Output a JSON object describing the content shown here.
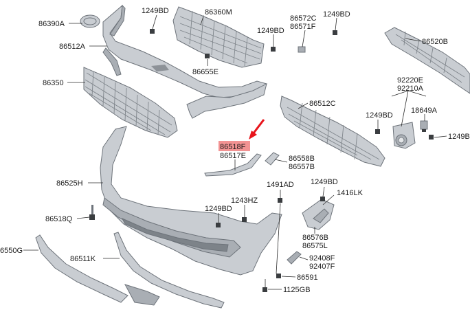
{
  "diagram": {
    "callouts": {
      "p86390A": "86390A",
      "p86512A": "86512A",
      "p86350": "86350",
      "p1249BD_a": "1249BD",
      "p86360M": "86360M",
      "p1249BD_b": "1249BD",
      "p86655E": "86655E",
      "p86572C": "86572C",
      "p86571F": "86571F",
      "p1249BD_c": "1249BD",
      "p86520B": "86520B",
      "p92220E": "92220E",
      "p92210A": "92210A",
      "p86512C": "86512C",
      "p1249BD_d": "1249BD",
      "p18649A": "18649A",
      "p1249BD_e": "1249B",
      "p86518F": "86518F",
      "p86517E": "86517E",
      "p86558B": "86558B",
      "p86557B": "86557B",
      "p86525H": "86525H",
      "p1491AD": "1491AD",
      "p1249BD_f": "1249BD",
      "p1416LK": "1416LK",
      "p86518Q": "86518Q",
      "p1249BD_g": "1249BD",
      "p1243HZ": "1243HZ",
      "p86576B": "86576B",
      "p86575L": "86575L",
      "p86550G": "6550G",
      "p86511K": "86511K",
      "p92408F": "92408F",
      "p92407F": "92407F",
      "p86591": "86591",
      "p1125GB": "1125GB"
    },
    "highlight_color": "#f08080",
    "arrow_color": "#e8141b"
  }
}
